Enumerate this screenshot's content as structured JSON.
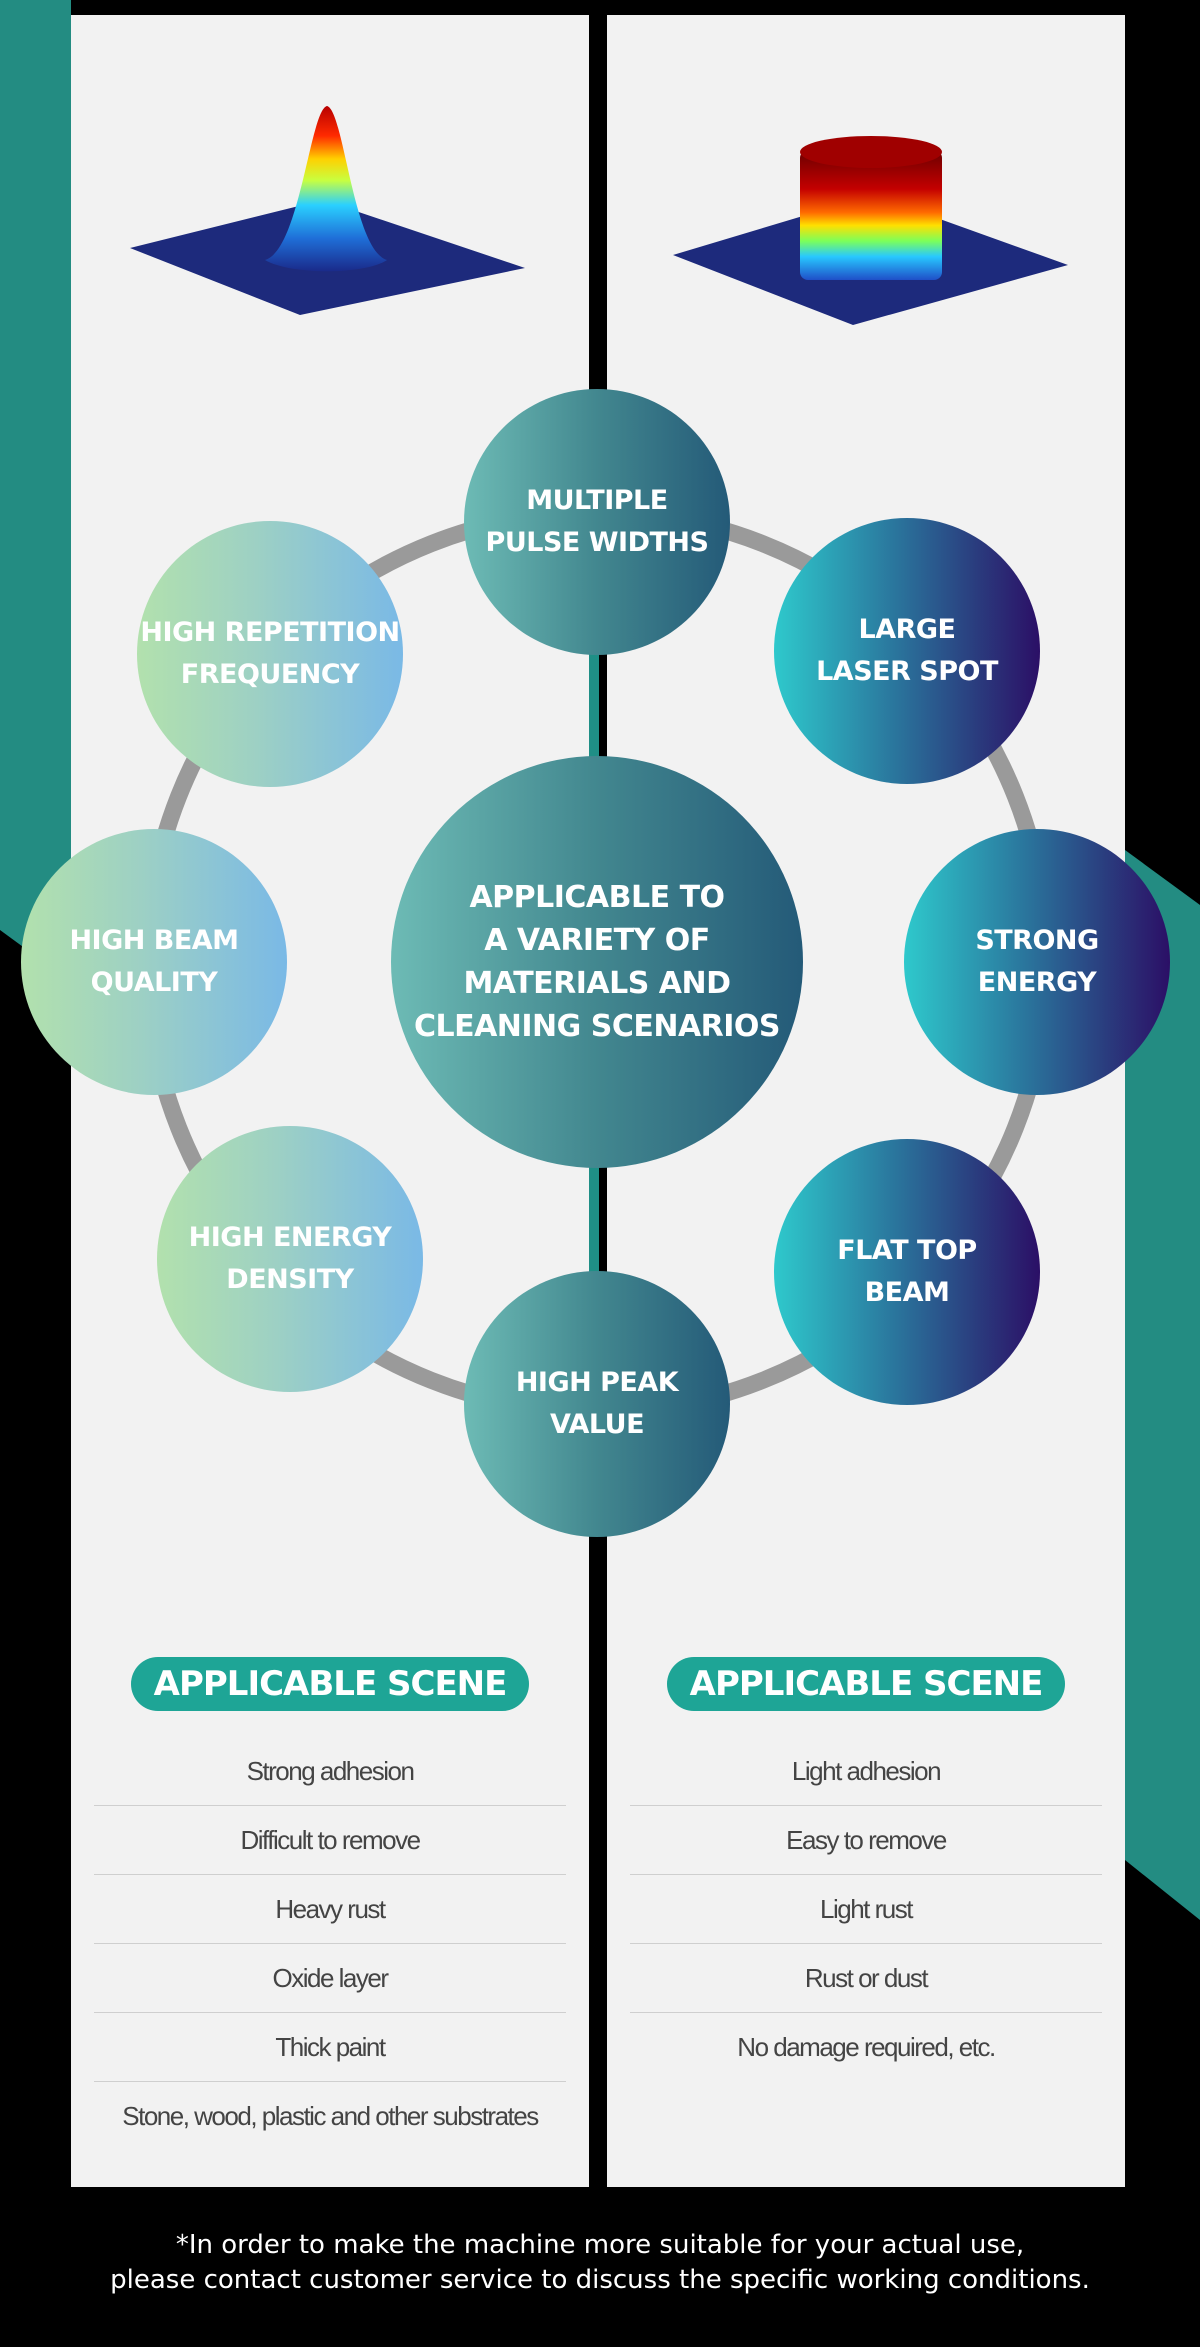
{
  "colors": {
    "teal_accent": "#238c82",
    "panel_bg": "#f2f2f2",
    "pill_bg": "#1ea596",
    "ring_gray": "#9a9a9a"
  },
  "beam_profiles": {
    "left": "gaussian-beam-profile",
    "right": "flat-top-beam-profile"
  },
  "diagram": {
    "center": "APPLICABLE TO\nA VARIETY OF\nMATERIALS  AND\nCLEANING SCENARIOS",
    "top": "MULTIPLE\nPULSE WIDTHS",
    "bottom": "HIGH PEAK\nVALUE",
    "left": [
      "HIGH REPETITION\nFREQUENCY",
      "HIGH BEAM\nQUALITY",
      "HIGH ENERGY\nDENSITY"
    ],
    "right": [
      "LARGE\nLASER SPOT",
      "STRONG\nENERGY",
      "FLAT TOP\nBEAM"
    ]
  },
  "scene_left": {
    "title": "APPLICABLE SCENE",
    "items": [
      "Strong adhesion",
      "Difficult to remove",
      "Heavy rust",
      "Oxide layer",
      "Thick paint",
      "Stone, wood, plastic and other substrates"
    ]
  },
  "scene_right": {
    "title": "APPLICABLE SCENE",
    "items": [
      "Light adhesion",
      "Easy to remove",
      "Light rust",
      "Rust or dust",
      "No damage required, etc."
    ]
  },
  "footer": {
    "line1": "*In order to make the machine more suitable for your actual use,",
    "line2": "please contact customer service to discuss the specific working conditions."
  }
}
